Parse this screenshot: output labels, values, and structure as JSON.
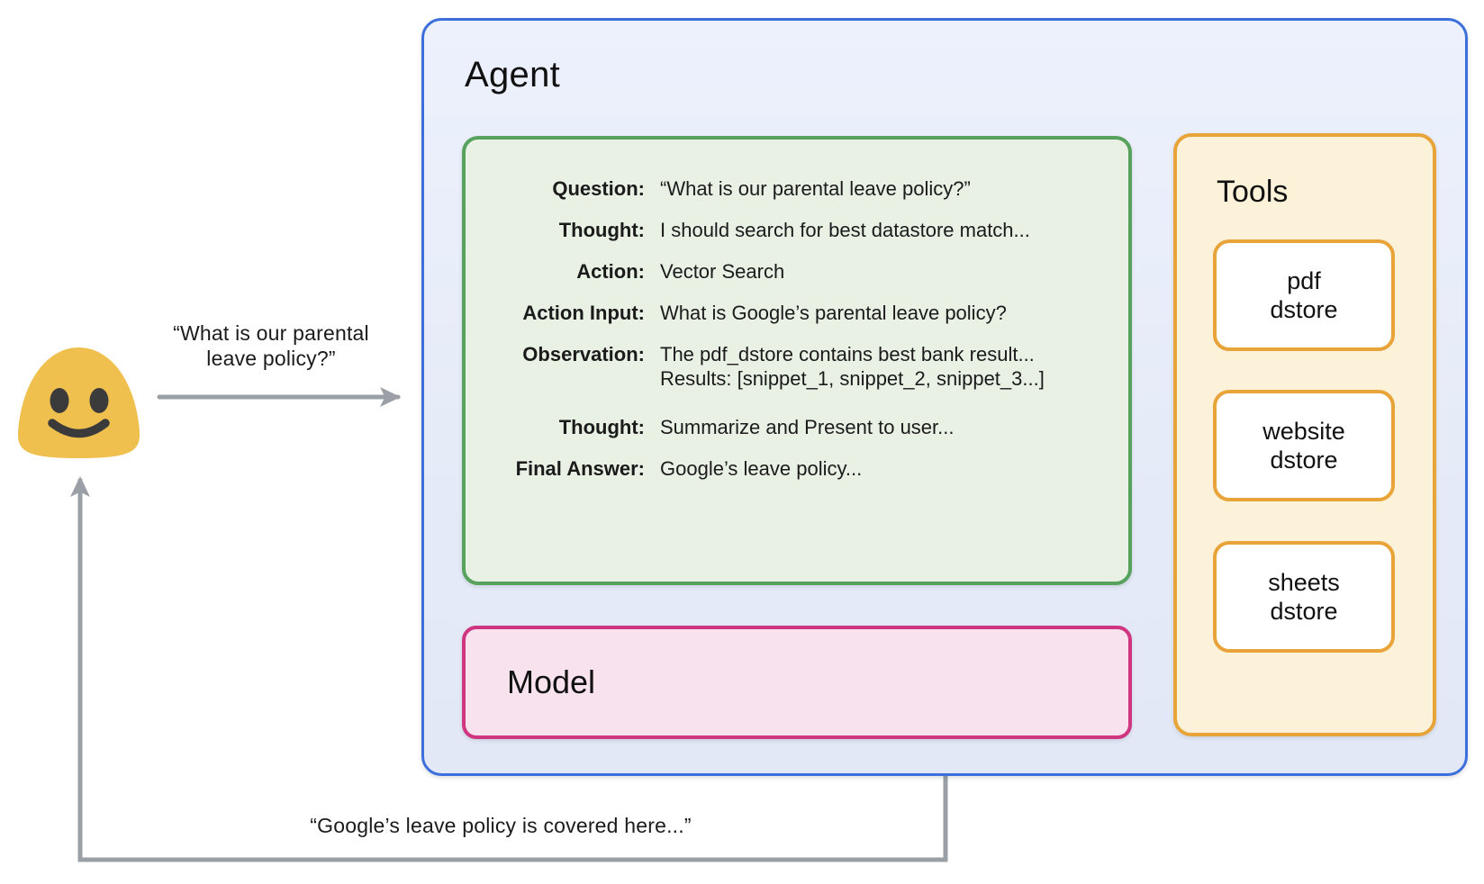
{
  "user": {
    "avatar": "smiling-blob-emoji",
    "request_caption_line1": "“What is our parental",
    "request_caption_line2": "leave policy?”",
    "response_caption": "“Google’s leave policy is covered here...”"
  },
  "agent": {
    "title": "Agent",
    "border_color": "#3c6edc",
    "fill_color": "#e9eefb",
    "scratchpad": {
      "border_color": "#57a25d",
      "fill_color": "#e8f1e4",
      "rows": [
        {
          "label": "Question:",
          "value": "“What is our parental leave policy?”"
        },
        {
          "label": "Thought:",
          "value": "I should search for best datastore match..."
        },
        {
          "label": "Action:",
          "value": "Vector Search"
        },
        {
          "label": "Action Input:",
          "value": "What is Google’s parental leave policy?"
        },
        {
          "label": "Observation:",
          "value": "The pdf_dstore contains best bank result...",
          "value2": "Results: [snippet_1, snippet_2, snippet_3...]"
        },
        {
          "label": "Thought:",
          "value": "Summarize and Present to user..."
        },
        {
          "label": "Final Answer:",
          "value": "Google’s leave policy..."
        }
      ]
    },
    "model": {
      "title": "Model",
      "border_color": "#cf3580",
      "fill_color": "#f8e2ee"
    },
    "tools": {
      "title": "Tools",
      "border_color": "#e9a439",
      "fill_color": "#fbf2d9",
      "items": [
        {
          "line1": "pdf",
          "line2": "dstore"
        },
        {
          "line1": "website",
          "line2": "dstore"
        },
        {
          "line1": "sheets",
          "line2": "dstore"
        }
      ]
    }
  },
  "connectors": {
    "arrow_color": "#9aa0a6",
    "dotted_color": "#8f9499",
    "emoji_yellow": "#f0c04f",
    "emoji_face": "#3b3b3b"
  }
}
